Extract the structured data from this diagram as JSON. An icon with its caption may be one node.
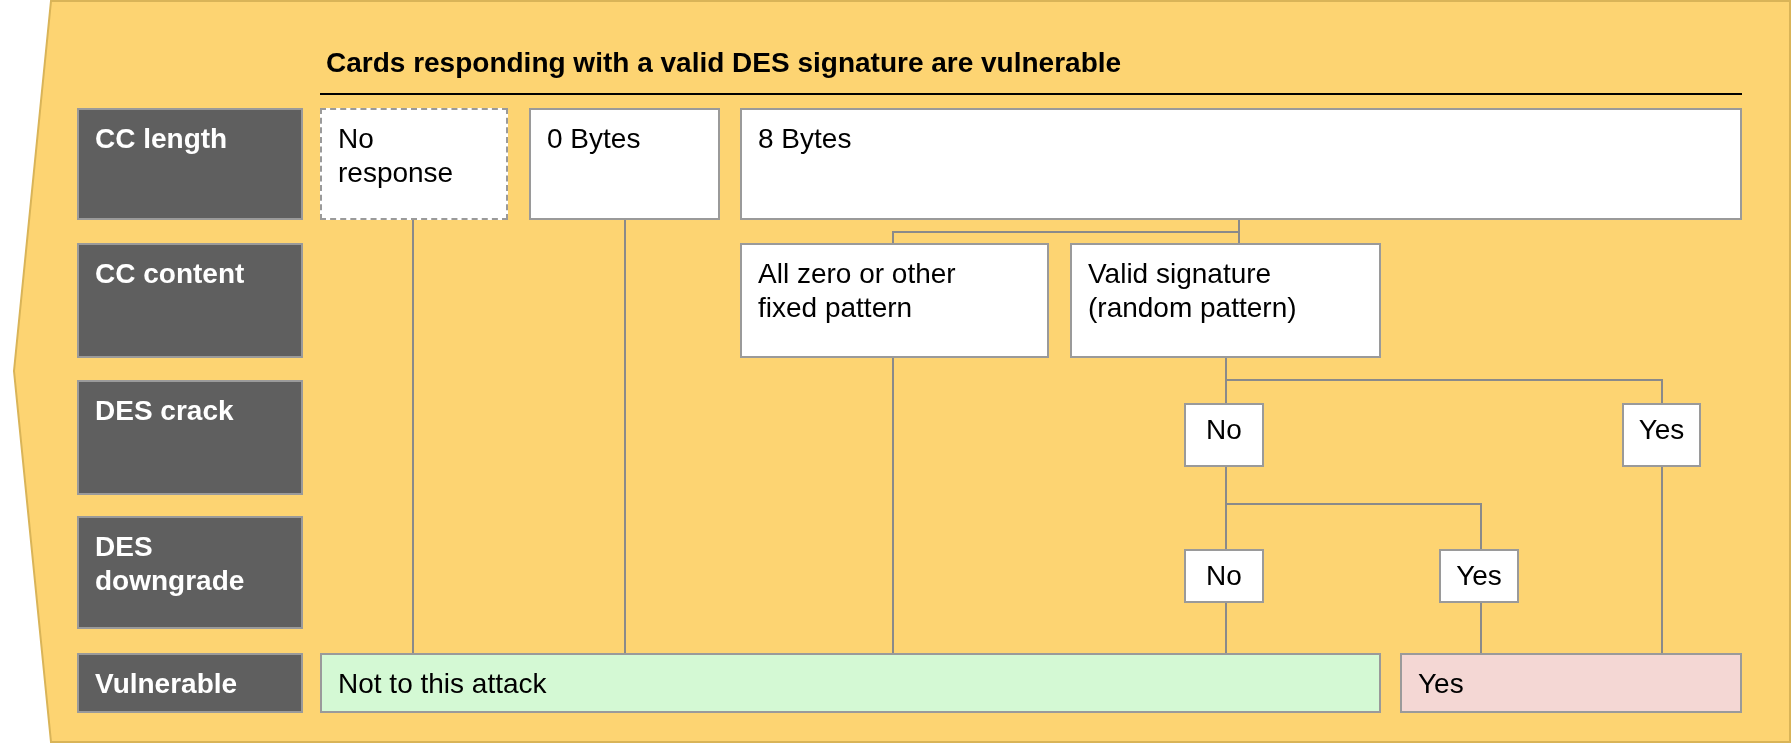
{
  "diagram": {
    "nodes": [
      {
        "text": [
          "Cards responding with a valid DES signature are vulnerable"
        ]
      },
      {
        "text": [
          "CC length"
        ],
        "in": 0
      },
      {
        "text": [
          "CC content"
        ],
        "in": 0
      },
      {
        "text": [
          "DES crack"
        ],
        "in": 0
      },
      {
        "text": [
          "DES downgrade"
        ],
        "in": 0
      },
      {
        "text": [
          "Vulnerable"
        ],
        "in": 0
      },
      {
        "text": [
          "No response"
        ],
        "in": 0
      },
      {
        "text": [
          "0 Bytes"
        ],
        "in": 0
      },
      {
        "text": [
          "8 Bytes"
        ],
        "in": 0
      },
      {
        "text": [
          "All zero or other fixed pattern"
        ],
        "in": 0
      },
      {
        "text": [
          "Valid signature (random pattern)"
        ],
        "in": 0
      },
      {
        "text": [
          "No"
        ],
        "in": 0
      },
      {
        "text": [
          "Yes"
        ],
        "in": 0
      },
      {
        "text": [
          "No"
        ],
        "in": 0
      },
      {
        "text": [
          "Yes"
        ],
        "in": 0
      },
      {
        "text": [
          "Not to this attack"
        ],
        "in": 0
      },
      {
        "text": [
          "Yes"
        ],
        "in": 0
      }
    ],
    "edges": [
      {
        "from": 6,
        "to": 15,
        "arrow": "none"
      },
      {
        "from": 7,
        "to": 15,
        "arrow": "none"
      },
      {
        "from": 8,
        "to": 9,
        "arrow": "none"
      },
      {
        "from": 8,
        "to": 10,
        "arrow": "none"
      },
      {
        "from": 9,
        "to": 15,
        "arrow": "none"
      },
      {
        "from": 10,
        "to": 11,
        "arrow": "none"
      },
      {
        "from": 10,
        "to": 12,
        "arrow": "none"
      },
      {
        "from": 11,
        "to": 13,
        "arrow": "none"
      },
      {
        "from": 11,
        "to": 14,
        "arrow": "none"
      },
      {
        "from": 13,
        "to": 15,
        "arrow": "none"
      },
      {
        "from": 14,
        "to": 16,
        "arrow": "none"
      },
      {
        "from": 12,
        "to": 16,
        "arrow": "none"
      }
    ]
  }
}
